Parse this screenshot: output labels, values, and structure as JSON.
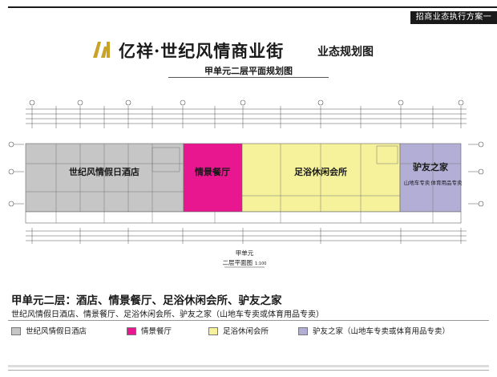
{
  "header": {
    "tag": "招商业态执行方案一",
    "title": "亿祥·世纪风情商业街",
    "title_suffix": "业态规划图",
    "subtitle": "甲单元二层平面规划图"
  },
  "plan": {
    "zones": [
      {
        "id": "hotel",
        "label": "世纪风情假日酒店",
        "color": "#c6c6c6"
      },
      {
        "id": "restaurant",
        "label": "情景餐厅",
        "color": "#e8168f"
      },
      {
        "id": "spa",
        "label": "足浴休闲会所",
        "color": "#f6f29c"
      },
      {
        "id": "donkey",
        "label": "驴友之家",
        "color": "#b3aed6",
        "sublabel_left": "山地车专卖",
        "sublabel_right": "体育用品专卖"
      }
    ],
    "caption_unit": "甲单元",
    "caption_plan": "二层平面图",
    "caption_scale": "1:100"
  },
  "summary": {
    "heading": "甲单元二层：酒店、情景餐厅、足浴休闲会所、驴友之家",
    "description": "世纪风情假日酒店、情景餐厅、足浴休闲会所、驴友之家（山地车专卖或体育用品专卖）"
  },
  "legend": [
    {
      "label": "世纪风情假日酒店",
      "color": "#c6c6c6"
    },
    {
      "label": "情景餐厅",
      "color": "#e8168f"
    },
    {
      "label": "足浴休闲会所",
      "color": "#f6f29c"
    },
    {
      "label": "驴友之家（山地车专卖或体育用品专卖）",
      "color": "#b3aed6"
    }
  ]
}
